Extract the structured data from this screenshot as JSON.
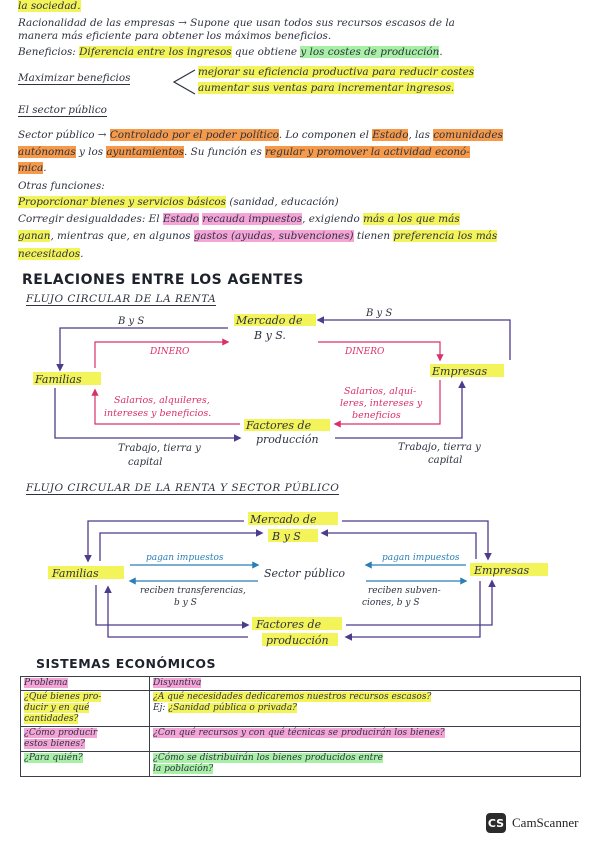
{
  "top_fragment": "la sociedad.",
  "lines": {
    "racionalidad_a": "Racionalidad de las empresas → Supone que usan todos sus recursos escasos de la",
    "racionalidad_b": "manera más eficiente para obtener los máximos beneficios.",
    "beneficios_pre": "Beneficios: ",
    "beneficios_h1": "Diferencia entre los ingresos",
    "beneficios_mid": " que obtiene ",
    "beneficios_h2": "y los costes de producción",
    "beneficios_end": ".",
    "maximizar_label": "Maximizar beneficios",
    "maximizar_1": "mejorar su eficiencia productiva para reducir costes",
    "maximizar_2": "aumentar sus ventas para incrementar ingresos.",
    "sector_title": "El sector público",
    "sector_a_pre": "Sector público → ",
    "sector_a_h1": "Controlado por el poder político",
    "sector_a_mid": ". Lo componen el ",
    "sector_a_h2": "Estado",
    "sector_a_mid2": ", las ",
    "sector_a_h3": "comunidades",
    "sector_b_h1": "autónomas",
    "sector_b_mid": " y los ",
    "sector_b_h2": "ayuntamientos",
    "sector_b_mid2": ". Su función es ",
    "sector_b_h3": "regular y promover la actividad econó-",
    "sector_c_h1": "mica",
    "sector_c_end": ".",
    "otras": "Otras funciones:",
    "proporcionar_h": "Proporcionar bienes y servicios básicos",
    "proporcionar_end": " (sanidad, educación)",
    "corregir_a_pre": "Corregir desigualdades: El ",
    "corregir_a_h1": "Estado",
    "corregir_a_mid": " ",
    "corregir_a_h2": "recauda impuestos",
    "corregir_a_mid2": ", exigiendo ",
    "corregir_a_h3": "más a los que más",
    "corregir_b_h1": "ganan",
    "corregir_b_mid": ", mientras que, en algunos ",
    "corregir_b_h2": "gastos (ayudas, subvenciones)",
    "corregir_b_mid2": " tienen ",
    "corregir_b_h3": "preferencia los más",
    "corregir_c_h1": "necesitados",
    "corregir_c_end": "."
  },
  "relaciones_title": "RELACIONES ENTRE LOS AGENTES",
  "flujo1": {
    "title": "Flujo circular de la renta",
    "mercado_1": "Mercado de",
    "mercado_2": "B y S.",
    "bys_left": "B y S",
    "bys_right": "B y S",
    "dinero_left": "DINERO",
    "dinero_right": "DINERO",
    "familias": "Familias",
    "empresas": "Empresas",
    "salarios_l1": "Salarios, alquileres,",
    "salarios_l2": "intereses y beneficios.",
    "salarios_r1": "Salarios, alqui-",
    "salarios_r2": "leres, intereses y",
    "salarios_r3": "beneficios",
    "factores_1": "Factores de",
    "factores_2": "producción",
    "trabajo_l1": "Trabajo, tierra y",
    "trabajo_l2": "capital",
    "trabajo_r1": "Trabajo, tierra y",
    "trabajo_r2": "capital"
  },
  "flujo2": {
    "title": "Flujo circular de la renta y sector público",
    "mercado_1": "Mercado de",
    "mercado_2": "B y S",
    "familias": "Familias",
    "empresas": "Empresas",
    "sector": "Sector público",
    "pagan_l": "pagan impuestos",
    "pagan_r": "pagan impuestos",
    "reciben_l1": "reciben transferencias,",
    "reciben_l2": "b y S",
    "reciben_r1": "reciben subven-",
    "reciben_r2": "ciones, b y S",
    "factores_1": "Factores de",
    "factores_2": "producción"
  },
  "sistemas_title": "SISTEMAS ECONÓMICOS",
  "table": {
    "head_1": "Problema",
    "head_2": "Disyuntiva",
    "r1_q1": "¿Qué bienes pro-",
    "r1_q2": "ducir y en qué",
    "r1_q3": "cantidades?",
    "r1_a1": "¿A qué necesidades dedicaremos nuestros recursos escasos?",
    "r1_a2_pre": "Ej: ",
    "r1_a2": "¿Sanidad pública o privada?",
    "r2_q1": "¿Cómo producir",
    "r2_q2": "estos bienes?",
    "r2_a1": "¿Con qué recursos y con qué técnicas se producirán los bienes?",
    "r3_q1": "¿Para quién?",
    "r3_a1": "¿Cómo se distribuirán los bienes producidos entre",
    "r3_a2": "la población?"
  },
  "footer": {
    "logo_mark": "CS",
    "logo_text": "CamScanner"
  },
  "colors": {
    "ink": "#2f3744",
    "yellow": "#f3f35a",
    "green": "#a8f0a6",
    "orange": "#f59a4a",
    "pink": "#f5a4d8",
    "blue": "#9fdbf0",
    "arrow_purple": "#4d3b8c",
    "arrow_red": "#d9306a",
    "arrow_blue": "#2a7fb8"
  }
}
